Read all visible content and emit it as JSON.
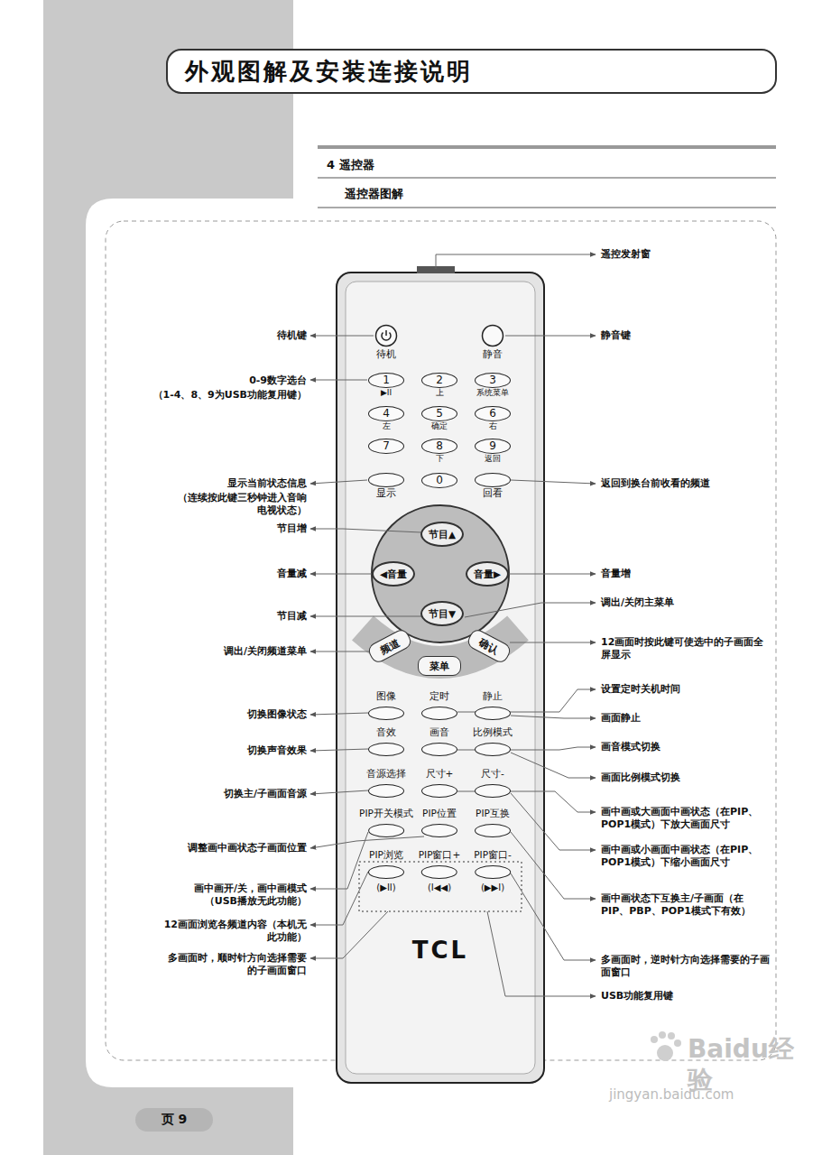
{
  "diagram": {
    "title": "外观图解及安装连接说明",
    "nodes": [
      {
        "text": [
          "TCL"
        ]
      },
      {
        "text": [
          "待机"
        ],
        "in": 0
      },
      {
        "text": [
          "静音"
        ],
        "in": 0
      },
      {
        "text": [
          "1",
          "▶II"
        ],
        "in": 0
      },
      {
        "text": [
          "2",
          "上"
        ],
        "in": 0
      },
      {
        "text": [
          "3",
          "系统菜单"
        ],
        "in": 0
      },
      {
        "text": [
          "4",
          "左"
        ],
        "in": 0
      },
      {
        "text": [
          "5",
          "确定"
        ],
        "in": 0
      },
      {
        "text": [
          "6",
          "右"
        ],
        "in": 0
      },
      {
        "text": [
          "7"
        ],
        "in": 0
      },
      {
        "text": [
          "8",
          "下"
        ],
        "in": 0
      },
      {
        "text": [
          "9",
          "返回"
        ],
        "in": 0
      },
      {
        "text": [
          "0"
        ],
        "in": 0
      },
      {
        "text": [
          "显示"
        ],
        "in": 0
      },
      {
        "text": [
          "回看"
        ],
        "in": 0
      },
      {
        "text": [
          "节目▲"
        ],
        "in": 0
      },
      {
        "text": [
          "◀音量"
        ],
        "in": 0
      },
      {
        "text": [
          "音量▶"
        ],
        "in": 0
      },
      {
        "text": [
          "节目▼"
        ],
        "in": 0
      },
      {
        "text": [
          "频道"
        ],
        "in": 0
      },
      {
        "text": [
          "菜单"
        ],
        "in": 0
      },
      {
        "text": [
          "确认"
        ],
        "in": 0
      },
      {
        "text": [
          "图像"
        ],
        "in": 0
      },
      {
        "text": [
          "定时"
        ],
        "in": 0
      },
      {
        "text": [
          "静止"
        ],
        "in": 0
      },
      {
        "text": [
          "音效"
        ],
        "in": 0
      },
      {
        "text": [
          "画音"
        ],
        "in": 0
      },
      {
        "text": [
          "比例模式"
        ],
        "in": 0
      },
      {
        "text": [
          "音源选择"
        ],
        "in": 0
      },
      {
        "text": [
          "尺寸+"
        ],
        "in": 0
      },
      {
        "text": [
          "尺寸-"
        ],
        "in": 0
      },
      {
        "text": [
          "PIP开关模式"
        ],
        "in": 0
      },
      {
        "text": [
          "PIP位置"
        ],
        "in": 0
      },
      {
        "text": [
          "PIP互换"
        ],
        "in": 0
      },
      {
        "text": [
          "PIP浏览",
          "(▶II)"
        ],
        "in": 0
      },
      {
        "text": [
          "PIP窗口+",
          "(I◀◀)"
        ],
        "in": 0
      },
      {
        "text": [
          "PIP窗口-",
          "(▶▶I)"
        ],
        "in": 0
      },
      {
        "text": [
          "页 9"
        ]
      }
    ],
    "labels": [
      "4 遥控器",
      "遥控器图解",
      "遥控发射窗",
      "静音键",
      "返回到换台前收看的频道",
      "音量增",
      "调出/关闭主菜单",
      "12画面时按此键可使选中的子画面全屏显示",
      "设置定时关机时间",
      "画面静止",
      "画音模式切换",
      "画面比例模式切换",
      "画中画或大画面中画状态（在PIP、POP1模式）下放大画面尺寸",
      "画中画或小画面中画状态（在PIP、POP1模式）下缩小画面尺寸",
      "画中画状态下互换主/子画面（在PIP、PBP、POP1模式下有效）",
      "多画面时，逆时针方向选择需要的子画面窗口",
      "USB功能复用键",
      "待机键",
      "0-9数字选台",
      "（1-4、8、9为USB功能复用键）",
      "显示当前状态信息",
      "（连续按此键三秒钟进入音响电视状态）",
      "节目增",
      "音量减",
      "节目减",
      "调出/关闭频道菜单",
      "切换图像状态",
      "切换声音效果",
      "切换主/子画面音源",
      "调整画中画状态子画面位置",
      "画中画开/关，画中画模式（USB播放无此功能）",
      "12画面浏览各频道内容（本机无此功能）",
      "多画面时，顺时针方向选择需要的子画面窗口",
      "Baidu经验",
      "jingyan.baidu.com"
    ]
  }
}
